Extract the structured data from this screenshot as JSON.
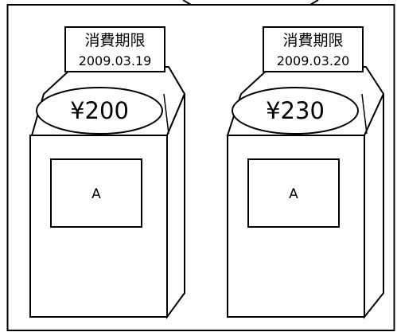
{
  "products": [
    {
      "expiry_label": "消費期限",
      "expiry_date": "2009.03.19",
      "price": "¥200",
      "panel_label": "A"
    },
    {
      "expiry_label": "消費期限",
      "expiry_date": "2009.03.20",
      "price": "¥230",
      "panel_label": "A"
    }
  ],
  "colors": {
    "line": "#000000",
    "background": "#ffffff"
  }
}
